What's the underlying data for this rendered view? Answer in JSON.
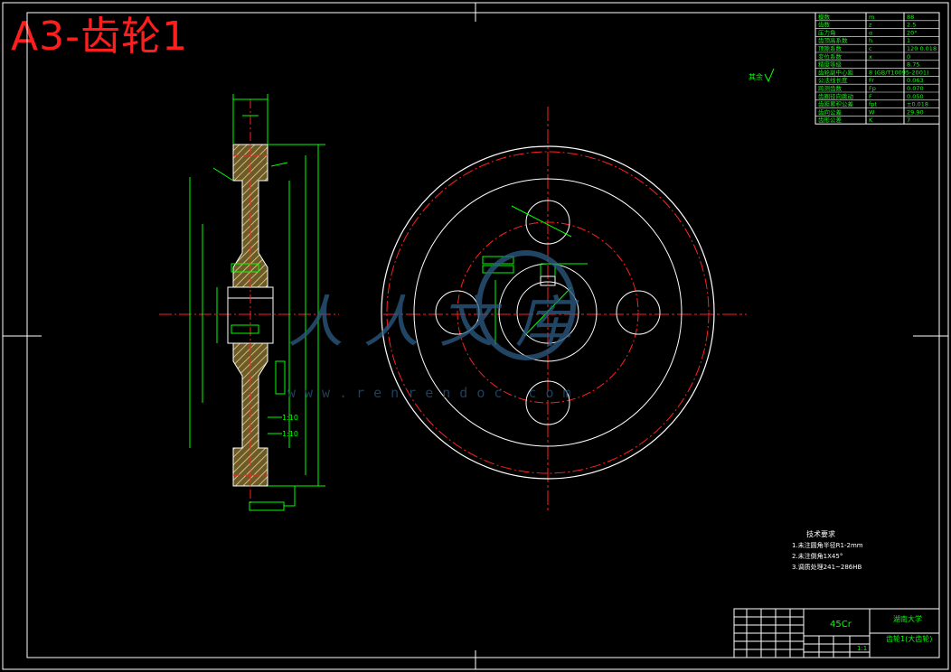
{
  "drawing": {
    "title": "A3-齿轮1"
  },
  "watermark": {
    "brand": "人人文库",
    "url": "www.renrendoc.com"
  },
  "param_table": {
    "rows": [
      {
        "name": "模数",
        "sym": "m",
        "val": "88"
      },
      {
        "name": "齿数",
        "sym": "z",
        "val": "2.5"
      },
      {
        "name": "压力角",
        "sym": "α",
        "val": "20°"
      },
      {
        "name": "齿顶高系数",
        "sym": "h",
        "val": "1"
      },
      {
        "name": "顶隙系数",
        "sym": "c",
        "val": "120 0.018"
      },
      {
        "name": "变位系数",
        "sym": "x",
        "val": "0"
      },
      {
        "name": "精度等级",
        "sym": "",
        "val": "8.75"
      },
      {
        "name": "齿轮副中心距",
        "sym": "8 (GB/T10095-2001)",
        "val": ""
      },
      {
        "name": "公法线长度",
        "sym": "Fr",
        "val": "0.063"
      },
      {
        "name": "跨测齿数",
        "sym": "Fp",
        "val": "0.070"
      },
      {
        "name": "齿圈径向跳动",
        "sym": "F",
        "val": "0.050"
      },
      {
        "name": "齿距累积公差",
        "sym": "fpt",
        "val": "±0.018"
      },
      {
        "name": "齿向公差",
        "sym": "W",
        "val": "29.90"
      },
      {
        "name": "齿形公差",
        "sym": "K",
        "val": "7"
      }
    ]
  },
  "tech_req": {
    "heading": "技术要求",
    "items": [
      "1.未注圆角半径R1-2mm",
      "2.未注倒角1X45°",
      "3.调质处理241~286HB"
    ]
  },
  "title_block": {
    "material": "45Cr",
    "school": "湖南大学",
    "part_name": "齿轮1(大齿轮)",
    "scale": "1:1"
  },
  "roughness_note": "其余",
  "section_notes": {
    "slope_a": "1:10",
    "slope_b": "1:10"
  },
  "colors": {
    "background": "#000000",
    "outline": "#ffffff",
    "dimension": "#00ff00",
    "centerline": "#ff2020",
    "title_red": "#ff1e1e",
    "hatch": "#b7a15a",
    "table_text": "#22e822",
    "watermark": "#244a6a"
  }
}
